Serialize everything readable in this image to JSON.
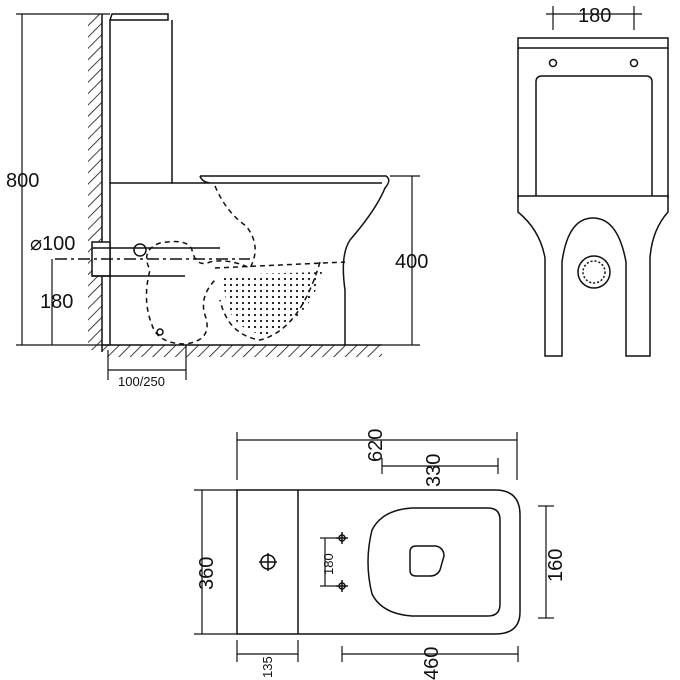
{
  "side_view": {
    "height_total": "800",
    "seat_height": "400",
    "outlet_diameter": "⌀100",
    "outlet_height": "180",
    "outlet_offset": "100/250"
  },
  "front_view": {
    "fixing_spacing": "180"
  },
  "plan_view": {
    "overall_length": "620",
    "bowl_length": "330",
    "overall_width": "360",
    "fixing_spacing": "180",
    "seat_width": "160",
    "cistern_depth": "135",
    "seat_length": "460"
  }
}
